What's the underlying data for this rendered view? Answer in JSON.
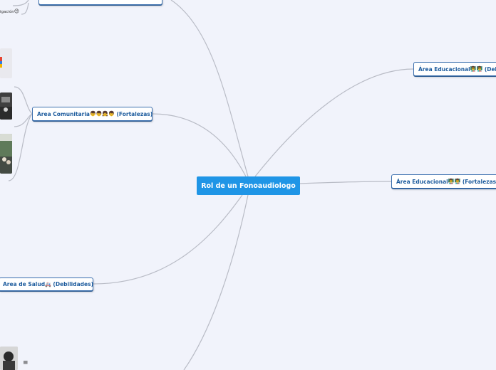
{
  "root": {
    "label": "Rol de un Fonoaudiologo"
  },
  "branches": {
    "area_comunitaria": {
      "label": "Area Comunitaria",
      "emoji": "👦👦👧👦",
      "tag": "(Fortalezas)"
    },
    "area_salud": {
      "label": "Area de Salud",
      "emoji": "🚑",
      "tag": "(Debilidades)"
    },
    "area_educacional_debilidades": {
      "label": "Área Educacional",
      "emoji": "👨‍🏫👨‍🏫",
      "tag": "(Debi"
    },
    "area_educacional_fortalezas": {
      "label": "Área Educacional",
      "emoji": "👨‍🏫👨‍🏫",
      "tag": "(Fortalezas)"
    }
  },
  "partial": {
    "investigacion": "igación",
    "investigacion_emoji": "😊"
  },
  "menu_icon": "≡",
  "colors": {
    "background": "#f1f3fb",
    "root": "#1f95e6",
    "node_border": "#3b6fae",
    "node_text": "#1f5d9e",
    "connector": "#b9bcc6"
  }
}
